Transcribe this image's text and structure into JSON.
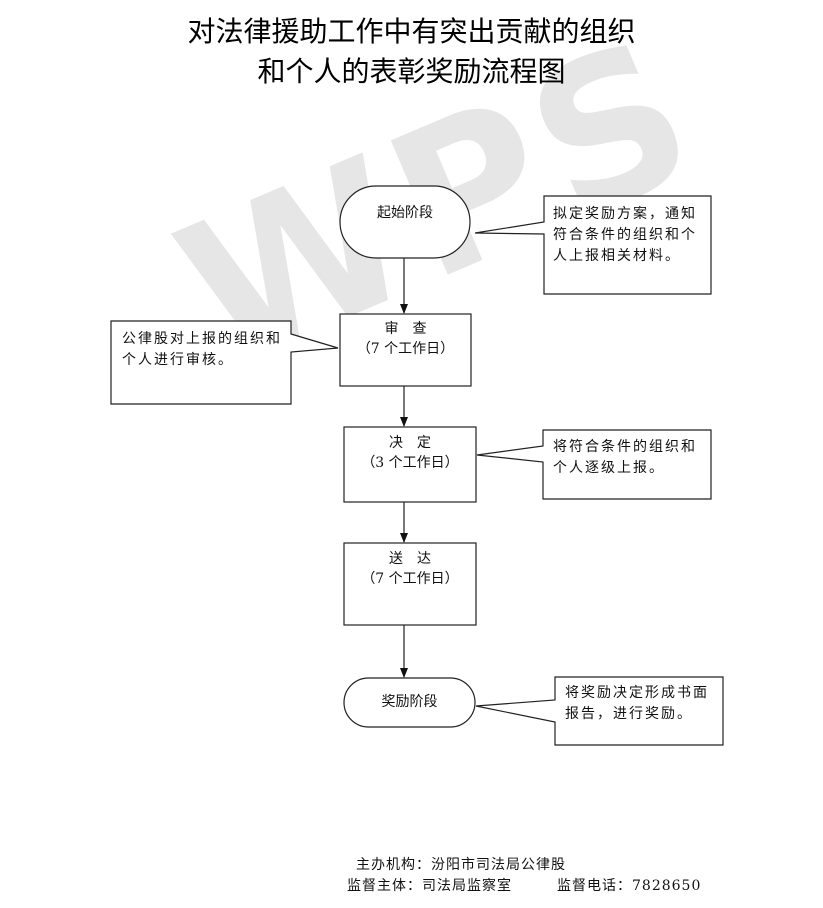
{
  "title": {
    "line1": "对法律援助工作中有突出贡献的组织",
    "line2": "和个人的表彰奖励流程图"
  },
  "watermark": "WPS",
  "steps": [
    {
      "id": "start",
      "label": "起始阶段",
      "duration": ""
    },
    {
      "id": "review",
      "label": "审　查",
      "duration": "（7 个工作日）"
    },
    {
      "id": "decide",
      "label": "决　定",
      "duration": "（3 个工作日）"
    },
    {
      "id": "deliver",
      "label": "送　达",
      "duration": "（7 个工作日）"
    },
    {
      "id": "reward",
      "label": "奖励阶段",
      "duration": ""
    }
  ],
  "notes": {
    "start": "拟定奖励方案，通知符合条件的组织和个人上报相关材料。",
    "review": "公律股对上报的组织和个人进行审核。",
    "decide": "将符合条件的组织和个人逐级上报。",
    "reward": "将奖励决定形成书面报告，进行奖励。"
  },
  "footer": {
    "organizer": "主办机构：汾阳市司法局公律股",
    "supervisor": "监督主体：司法局监察室",
    "phone": "监督电话：7828650"
  }
}
